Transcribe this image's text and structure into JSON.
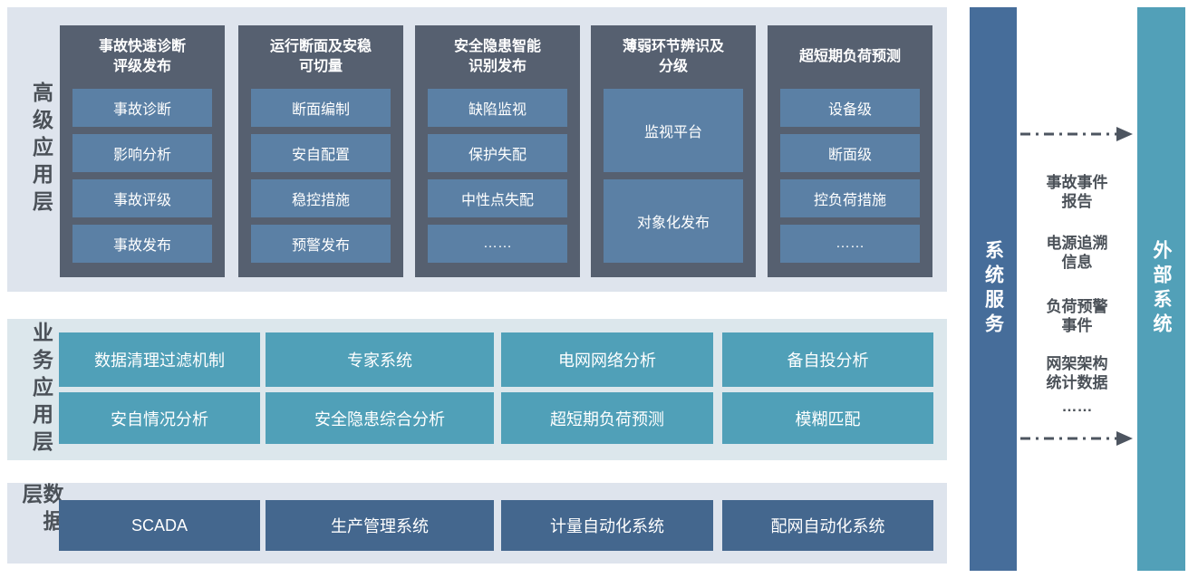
{
  "colors": {
    "panel_bg": "#dee4ed",
    "container_bg": "#566070",
    "module_item_bg": "#5b80a5",
    "business_box_bg": "#50a0b8",
    "data_box_bg": "#44678e",
    "service_bar_bg": "#466d9a",
    "external_bar_bg": "#52a0b8",
    "label_text": "#4b5158",
    "arrow": "#4d5560"
  },
  "advanced_layer": {
    "label": "高级应用层",
    "columns": [
      {
        "title": "事故快速诊断\n评级发布",
        "items": [
          "事故诊断",
          "影响分析",
          "事故评级",
          "事故发布"
        ]
      },
      {
        "title": "运行断面及安稳\n可切量",
        "items": [
          "断面编制",
          "安自配置",
          "稳控措施",
          "预警发布"
        ]
      },
      {
        "title": "安全隐患智能\n识别发布",
        "items": [
          "缺陷监视",
          "保护失配",
          "中性点失配",
          "……"
        ]
      },
      {
        "title": "薄弱环节辨识及\n分级",
        "items": [
          "监视平台",
          "对象化发布"
        ]
      },
      {
        "title": "超短期负荷预测",
        "items": [
          "设备级",
          "断面级",
          "控负荷措施",
          "……"
        ]
      }
    ]
  },
  "business_layer": {
    "label": "业务应用层",
    "rows": [
      [
        "数据清理过滤机制",
        "专家系统",
        "电网网络分析",
        "备自投分析"
      ],
      [
        "安自情况分析",
        "安全隐患综合分析",
        "超短期负荷预测",
        "模糊匹配"
      ]
    ]
  },
  "data_layer": {
    "label": "数据层",
    "items": [
      "SCADA",
      "生产管理系统",
      "计量自动化系统",
      "配网自动化系统"
    ]
  },
  "system_service_bar": {
    "label": "系统服务"
  },
  "external_system_bar": {
    "label": "外部系统"
  },
  "exchange": {
    "items": [
      "事故事件\n报告",
      "电源追溯\n信息",
      "负荷预警\n事件",
      "网架架构\n统计数据",
      "……"
    ]
  }
}
